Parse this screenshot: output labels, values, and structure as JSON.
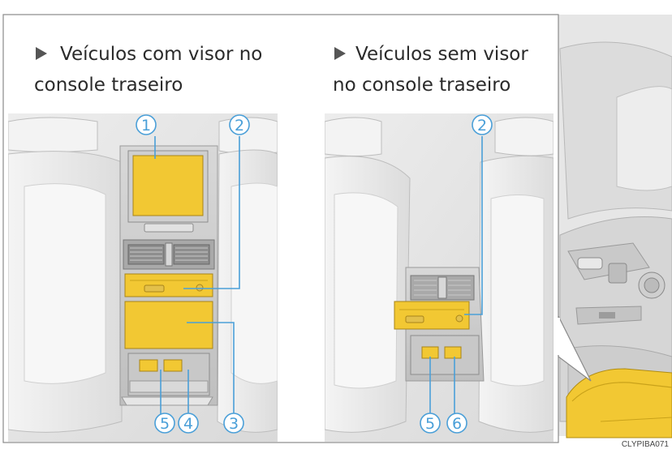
{
  "panels": [
    {
      "heading_line1": "Veículos com visor no",
      "heading_line2": "console traseiro"
    },
    {
      "heading_line1": "Veículos sem visor",
      "heading_line2": "no console traseiro"
    }
  ],
  "callouts": {
    "left": [
      "1",
      "2",
      "3",
      "4",
      "5"
    ],
    "right": [
      "2",
      "5",
      "6"
    ]
  },
  "image_code": "CLYPIBA071",
  "colors": {
    "highlight": "#f2c833",
    "callout": "#4a9fd8",
    "frame": "#8a8a8a"
  }
}
